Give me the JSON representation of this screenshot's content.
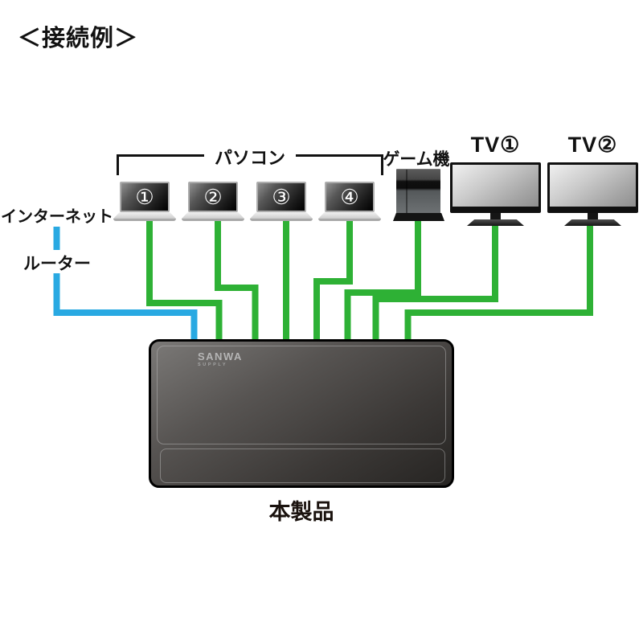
{
  "title": "＜接続例＞",
  "colors": {
    "cable_green": "#2eb135",
    "cable_blue": "#29a9e2"
  },
  "network": {
    "internet_label": "インターネット",
    "router_label": "ルーター"
  },
  "pc_group_label": "パソコン",
  "laptops": [
    {
      "number": "①"
    },
    {
      "number": "②"
    },
    {
      "number": "③"
    },
    {
      "number": "④"
    }
  ],
  "game_label": "ゲーム機",
  "tv1_label": "TV①",
  "tv2_label": "TV②",
  "product": {
    "brand": "SANWA",
    "brand_sub": "SUPPLY",
    "label": "本製品"
  },
  "cables": [
    {
      "id": "internet-router-to-product",
      "color_key": "cable_blue"
    },
    {
      "id": "pc1-to-product",
      "color_key": "cable_green"
    },
    {
      "id": "pc2-to-product",
      "color_key": "cable_green"
    },
    {
      "id": "pc3-to-product",
      "color_key": "cable_green"
    },
    {
      "id": "pc4-to-product",
      "color_key": "cable_green"
    },
    {
      "id": "game-to-product",
      "color_key": "cable_green"
    },
    {
      "id": "tv1-to-product",
      "color_key": "cable_green"
    },
    {
      "id": "tv2-to-product",
      "color_key": "cable_green"
    }
  ]
}
